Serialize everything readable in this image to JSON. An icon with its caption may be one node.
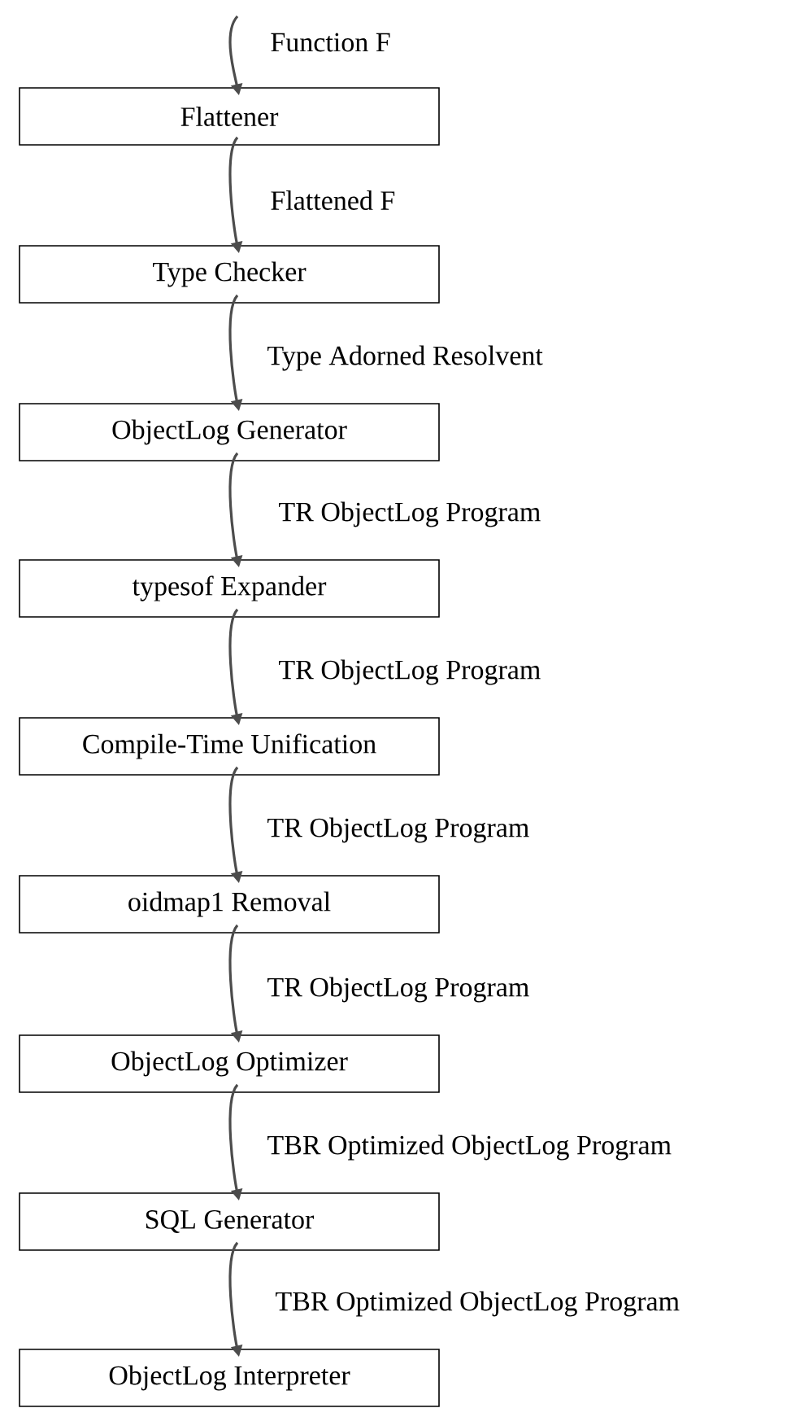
{
  "diagram": {
    "nodes": [
      {
        "text": [
          "Flattener"
        ]
      },
      {
        "text": [
          "Type Checker"
        ]
      },
      {
        "text": [
          "ObjectLog Generator"
        ]
      },
      {
        "text": [
          "typesof Expander"
        ]
      },
      {
        "text": [
          "Compile-Time Unification"
        ]
      },
      {
        "text": [
          "oidmap1 Removal"
        ]
      },
      {
        "text": [
          "ObjectLog Optimizer"
        ]
      },
      {
        "text": [
          "SQL Generator"
        ]
      },
      {
        "text": [
          "ObjectLog Interpreter"
        ]
      }
    ],
    "edges": [
      {
        "from": null,
        "to": 0,
        "arrow": "to",
        "label": "Function F"
      },
      {
        "from": 0,
        "to": 1,
        "arrow": "to",
        "label": "Flattened F"
      },
      {
        "from": 1,
        "to": 2,
        "arrow": "to",
        "label": "Type Adorned Resolvent"
      },
      {
        "from": 2,
        "to": 3,
        "arrow": "to",
        "label": "TR ObjectLog Program"
      },
      {
        "from": 3,
        "to": 4,
        "arrow": "to",
        "label": "TR ObjectLog Program"
      },
      {
        "from": 4,
        "to": 5,
        "arrow": "to",
        "label": "TR ObjectLog Program"
      },
      {
        "from": 5,
        "to": 6,
        "arrow": "to",
        "label": "TR ObjectLog Program"
      },
      {
        "from": 6,
        "to": 7,
        "arrow": "to",
        "label": "TBR Optimized ObjectLog Program"
      },
      {
        "from": 7,
        "to": 8,
        "arrow": "to",
        "label": "TBR Optimized ObjectLog Program"
      }
    ]
  }
}
